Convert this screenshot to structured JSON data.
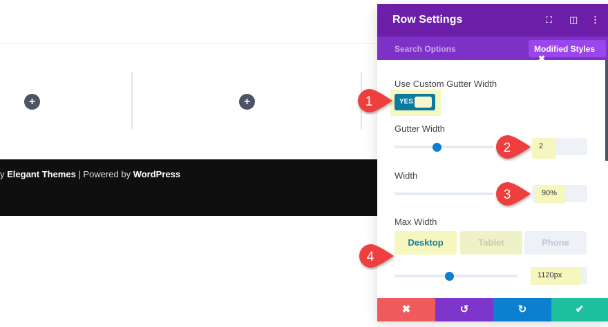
{
  "page": {
    "footer": {
      "prefix": "y ",
      "brand": "Elegant Themes",
      "separator": " | Powered by ",
      "platform": "WordPress"
    },
    "add_icon": "+"
  },
  "panel": {
    "title": "Row Settings",
    "header_icons": [
      "focus-icon",
      "sidebar-layout-icon",
      "more-vertical-icon"
    ],
    "search_placeholder": "Search Options",
    "modified_styles_label": "Modified Styles",
    "modified_close": "✖",
    "use_custom_gutter": {
      "label": "Use Custom Gutter Width",
      "value": "YES"
    },
    "gutter_width": {
      "label": "Gutter Width",
      "value": "2",
      "slider_fraction": 0.42
    },
    "width": {
      "label": "Width",
      "value": "90%",
      "slider_fraction": 1.0
    },
    "max_width": {
      "label": "Max Width",
      "tabs": [
        "Desktop",
        "Tablet",
        "Phone"
      ],
      "active_tab": "Desktop",
      "value": "1120px",
      "slider_fraction": 0.44
    },
    "footer_buttons": [
      {
        "name": "discard",
        "icon": "✖",
        "color": "#ef5a5a"
      },
      {
        "name": "undo",
        "icon": "↺",
        "color": "#7e35cb"
      },
      {
        "name": "redo",
        "icon": "↻",
        "color": "#0c7fd0"
      },
      {
        "name": "save",
        "icon": "✔",
        "color": "#1dbf9f"
      }
    ]
  },
  "markers": [
    "1",
    "2",
    "3",
    "4"
  ],
  "colors": {
    "header": "#6c1ea9",
    "search_bar": "#7d31c7",
    "modified": "#9a46ea",
    "toggle": "#0b7aa0",
    "highlight": "#f6f6bf",
    "marker": "#ef3e3e"
  }
}
